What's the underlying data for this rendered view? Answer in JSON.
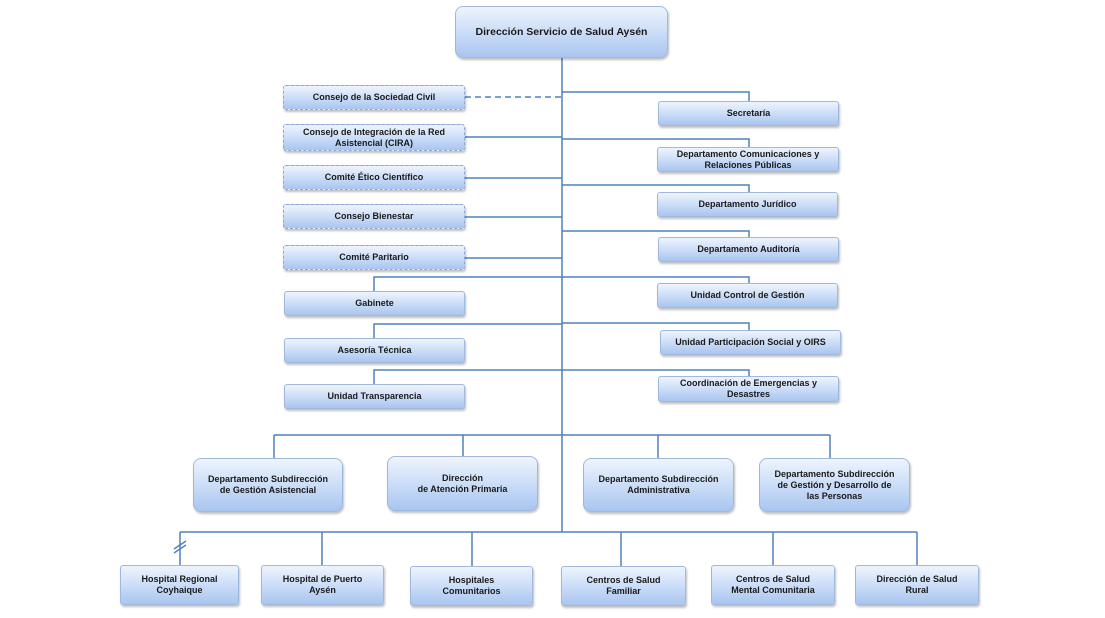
{
  "top": "Dirección Servicio de Salud Aysén",
  "advisory": [
    "Consejo de la Sociedad Civil",
    "Consejo de Integración de la Red\nAsistencial (CIRA)",
    "Comité Ético Científico",
    "Consejo Bienestar",
    "Comité Paritario"
  ],
  "left_staff": [
    "Gabinete",
    "Asesoría Técnica",
    "Unidad Transparencia"
  ],
  "right_staff": [
    "Secretaría",
    "Departamento Comunicaciones y\nRelaciones Públicas",
    "Departamento Jurídico",
    "Departamento Auditoría",
    "Unidad Control de Gestión",
    "Unidad Participación Social y OIRS",
    "Coordinación de Emergencias y\nDesastres"
  ],
  "subdirections": [
    "Departamento Subdirección\nde Gestión Asistencial",
    "Dirección\nde Atención Primaria",
    "Departamento Subdirección\nAdministrativa",
    "Departamento Subdirección\nde Gestión y Desarrollo de\nlas Personas"
  ],
  "network": [
    "Hospital Regional\nCoyhaique",
    "Hospital de Puerto\nAysén",
    "Hospitales\nComunitarios",
    "Centros de Salud\nFamiliar",
    "Centros de Salud\nMental Comunitaria",
    "Dirección de Salud\nRural"
  ]
}
